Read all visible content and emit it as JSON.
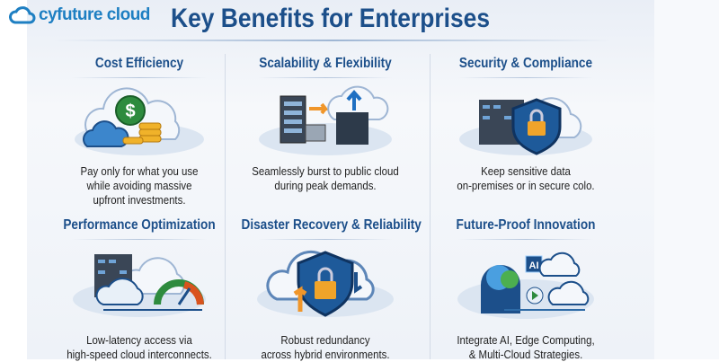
{
  "brand": {
    "logo_text": "cyfuture cloud",
    "logo_icon": "cloud-logo-icon",
    "color": "#1e7fc2"
  },
  "title": "Key Benefits for Enterprises",
  "colors": {
    "heading": "#1c4f8a",
    "accent_orange": "#f0962a",
    "accent_green": "#2e8b3e"
  },
  "benefits": [
    {
      "heading": "Cost Efficiency",
      "lines": [
        "Pay only for what you use",
        "while avoiding massive",
        "upfront investments."
      ],
      "icon": "dollar-cloud-coins-icon"
    },
    {
      "heading": "Scalability & Flexibility",
      "lines": [
        "Seamlessly burst to public cloud",
        "during peak demands."
      ],
      "icon": "server-to-cloud-icon"
    },
    {
      "heading": "Security & Compliance",
      "lines": [
        "Keep sensitive data",
        "on-premises or in secure colo."
      ],
      "icon": "shield-lock-server-icon"
    },
    {
      "heading": "Performance Optimization",
      "lines": [
        "Low-latency access via",
        "high-speed cloud interconnects."
      ],
      "icon": "speed-gauge-cloud-icon"
    },
    {
      "heading": "Disaster Recovery & Reliability",
      "lines": [
        "Robust redundancy",
        "across hybrid environments."
      ],
      "icon": "shield-lock-sync-icon"
    },
    {
      "heading": "Future-Proof Innovation",
      "lines": [
        "Integrate AI, Edge Computing,",
        "& Multi-Cloud Strategies."
      ],
      "icon": "ai-brain-cloud-icon",
      "ai_label": "AI"
    }
  ]
}
